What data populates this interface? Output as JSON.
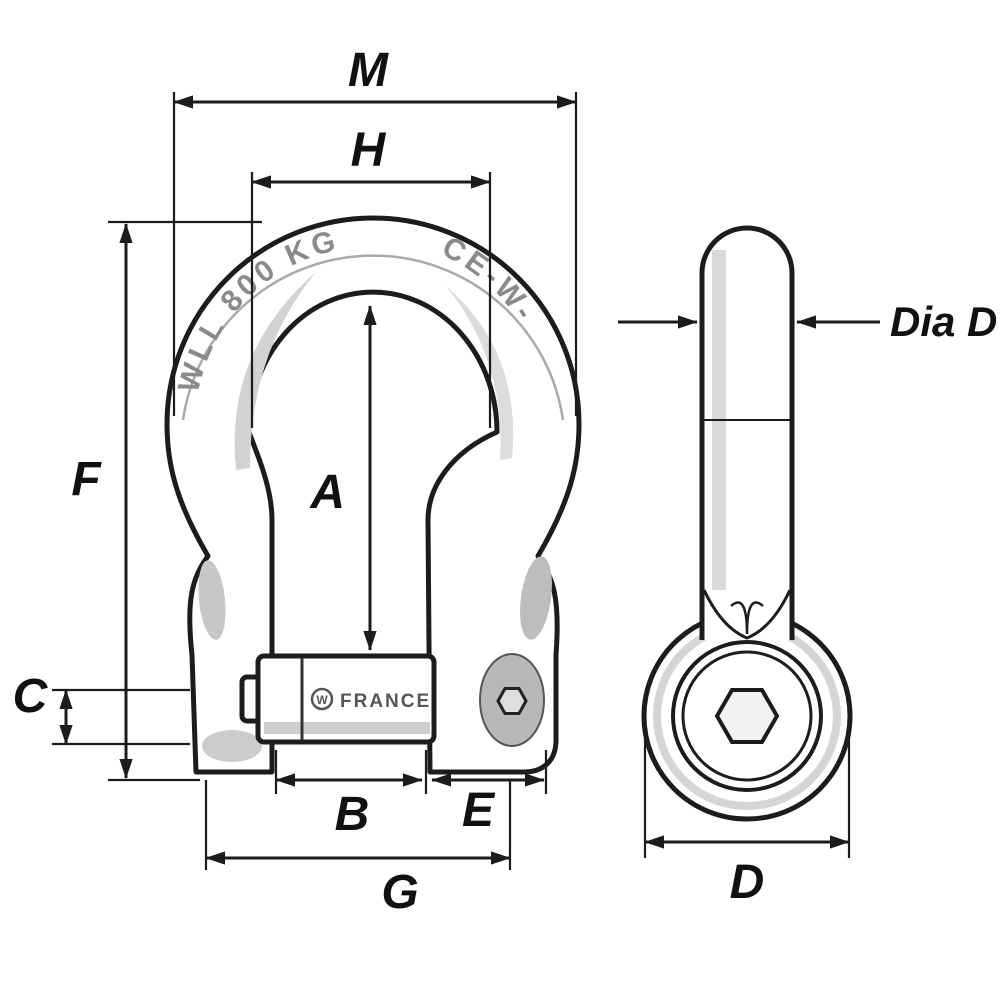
{
  "diagram": {
    "dimensions": {
      "M": "M",
      "H": "H",
      "A": "A",
      "F": "F",
      "C": "C",
      "B": "B",
      "E": "E",
      "G": "G",
      "D": "D",
      "DiaD": "Dia D"
    },
    "engravings": {
      "wll_text": "WLL 800 KG",
      "ce_text": "CE-W-",
      "pin_text": "FRANCE",
      "pin_logo": "W"
    },
    "colors": {
      "background": "#ffffff",
      "line": "#1c1c1c",
      "shade_light": "#d6d6d6",
      "shade_mid": "#b8b8b8",
      "engraving": "#8a8a8a"
    }
  }
}
